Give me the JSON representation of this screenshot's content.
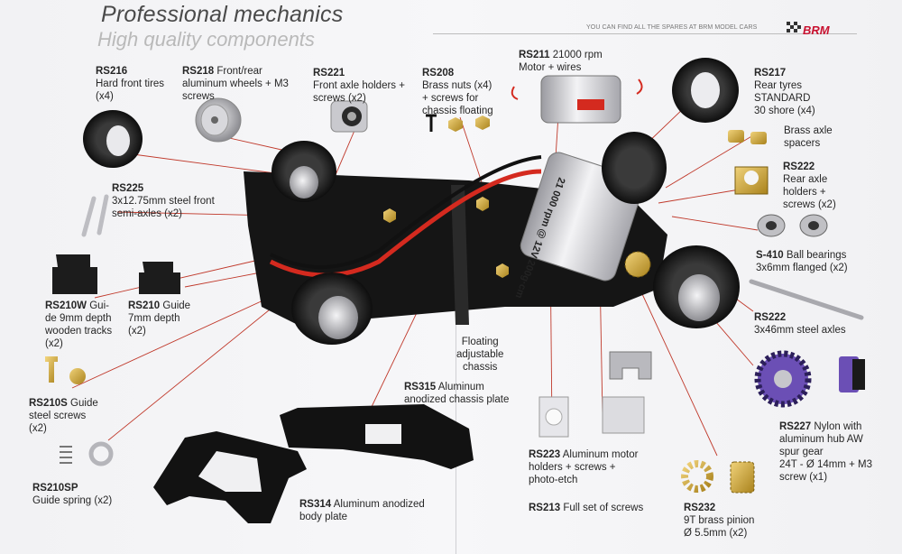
{
  "header": {
    "title": "Professional mechanics",
    "subtitle": "High quality components",
    "banner": "YOU CAN FIND ALL THE SPARES AT BRM MODEL CARS",
    "logo_text": "BRM"
  },
  "motor_label": "21 000 rpm\n@ 12V\n200g·cm",
  "parts": [
    {
      "code": "RS216",
      "text": "Hard front tires\n(x4)"
    },
    {
      "code": "RS218",
      "text": "Front/rear\naluminum wheels + M3\nscrews"
    },
    {
      "code": "RS221",
      "text": "Front axle holders +\nscrews (x2)"
    },
    {
      "code": "RS208",
      "text": "Brass nuts (x4)\n+ screws for\nchassis floating"
    },
    {
      "code": "RS211",
      "text": "21000 rpm\nMotor + wires"
    },
    {
      "code": "RS217",
      "text": "Rear tyres\nSTANDARD\n30 shore (x4)"
    },
    {
      "code": "",
      "text": "Brass axle\nspacers"
    },
    {
      "code": "RS222",
      "text": "Rear axle\nholders +\nscrews (x2)"
    },
    {
      "code": "S-410",
      "text": "Ball bearings\n3x6mm flanged (x2)"
    },
    {
      "code": "RS222",
      "text": "3x46mm steel axles"
    },
    {
      "code": "RS225",
      "text": "3x12.75mm steel front\nsemi-axles (x2)"
    },
    {
      "code": "RS210W",
      "text": "Gui-\nde 9mm depth\nwooden tracks\n(x2)"
    },
    {
      "code": "RS210",
      "text": "Guide\n7mm depth\n(x2)"
    },
    {
      "code": "RS210S",
      "text": "Guide\nsteel screws\n(x2)"
    },
    {
      "code": "RS210SP",
      "text": "Guide spring (x2)"
    },
    {
      "code": "",
      "text": "Floating\nadjustable\nchassis"
    },
    {
      "code": "RS315",
      "text": "Aluminum\nanodized chassis plate"
    },
    {
      "code": "RS314",
      "text": "Aluminum anodized\nbody plate"
    },
    {
      "code": "RS223",
      "text": "Aluminum motor\nholders + screws +\nphoto-etch"
    },
    {
      "code": "RS213",
      "text": "Full set of screws"
    },
    {
      "code": "RS232",
      "text": "9T brass pinion\nØ 5.5mm (x2)"
    },
    {
      "code": "RS227",
      "text": "Nylon with\naluminum hub AW\nspur gear\n24T  - Ø 14mm + M3\nscrew (x1)"
    }
  ],
  "colors": {
    "leader": "#c0392b",
    "chassis": "#151515",
    "brass": "#c9a227",
    "aluminum": "#c4c4c8",
    "wire_red": "#d42a1f",
    "purple": "#6b4fb5"
  }
}
